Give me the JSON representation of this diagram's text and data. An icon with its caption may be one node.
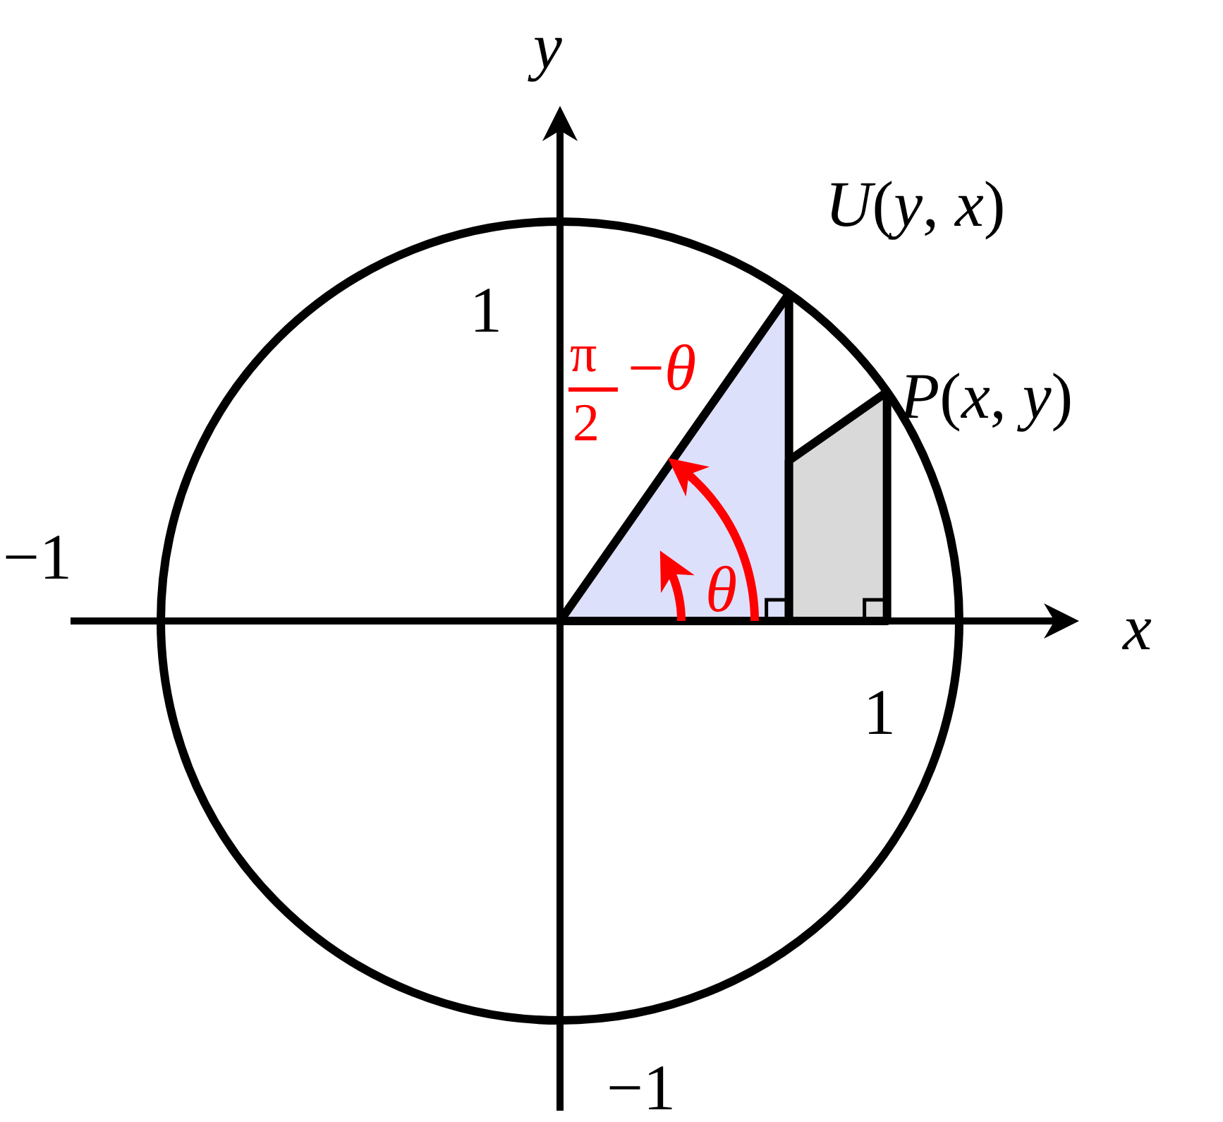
{
  "diagram": {
    "labels": [
      "*y*",
      "*U*(*y*, *x*)",
      "1",
      "π",
      "−*θ*",
      "*P*(*x*, *y*)",
      "2",
      "−1",
      "*θ*",
      "*x*",
      "1",
      "−1"
    ]
  }
}
